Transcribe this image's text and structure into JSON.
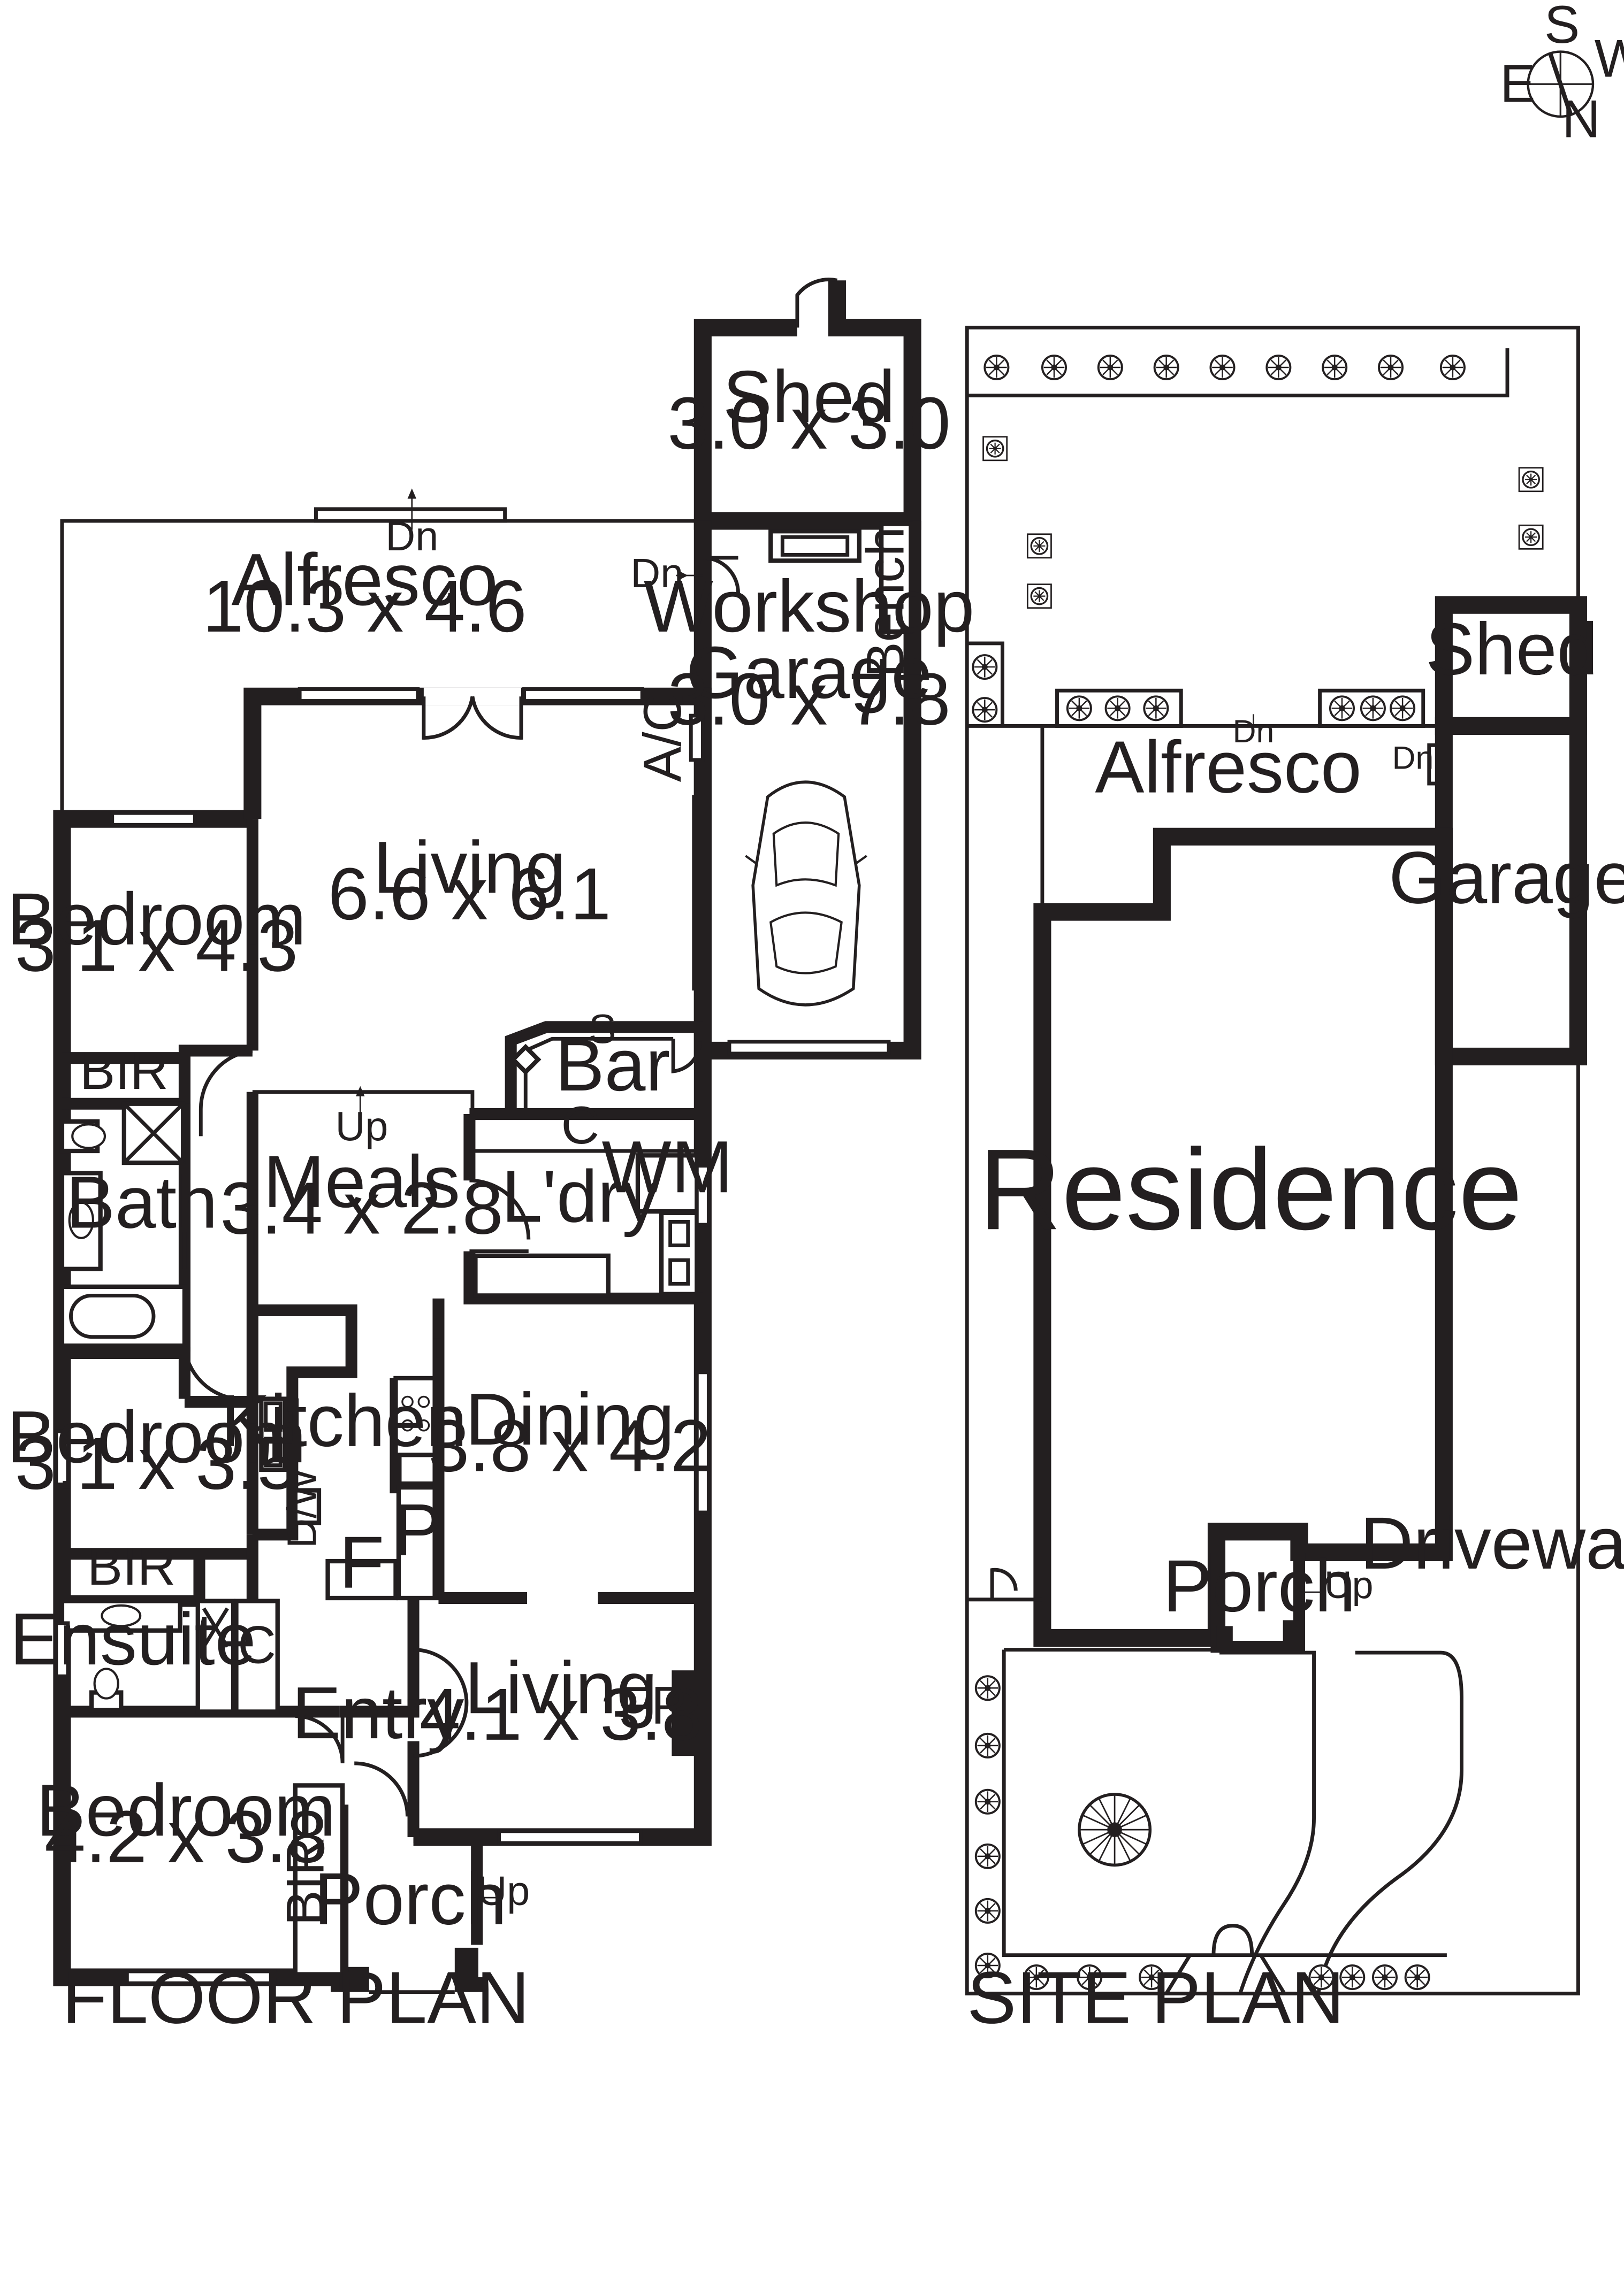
{
  "compass": {
    "s": "S",
    "w": "W",
    "e": "E",
    "n": "N"
  },
  "floor_plan": {
    "caption": "FLOOR PLAN",
    "shed": {
      "name": "Shed",
      "size": "3.0 x 3.0"
    },
    "alfresco": {
      "name": "Alfresco",
      "size": "10.3 x 4.6",
      "dn": "Dn"
    },
    "workshop": {
      "name": "Workshop",
      "bench": "Bench",
      "dn": "Dn"
    },
    "garage": {
      "name": "Garage",
      "size": "3.0 x 7.8",
      "ac": "A/C"
    },
    "living_rear": {
      "name": "Living",
      "size": "6.6 x 6.1"
    },
    "bedroom_1": {
      "name": "Bedroom",
      "size": "3.1 x 4.3",
      "bir": "BIR"
    },
    "bar": {
      "name": "Bar",
      "s": "S"
    },
    "meals": {
      "name": "Meals",
      "size": "3.4 x 2.8",
      "up": "Up"
    },
    "laundry": {
      "name": "L'dry",
      "c": "C",
      "wm": "WM"
    },
    "bath": {
      "name": "Bath"
    },
    "kitchen": {
      "name": "Kitchen",
      "dw": "D/W",
      "p": "P",
      "f": "F"
    },
    "dining": {
      "name": "Dining",
      "size": "3.8 x 4.2"
    },
    "bedroom_2": {
      "name": "Bedroom",
      "size": "3.1 x 3.5",
      "bir": "BIR"
    },
    "ensuite": {
      "name": "Ensuite",
      "c": "C"
    },
    "entry": {
      "name": "Entry"
    },
    "living_front": {
      "name": "Living",
      "size": "4.1 x 3.8",
      "fp": "FP"
    },
    "bedroom_3": {
      "name": "Bedroom",
      "size": "4.2 x 3.8",
      "bir": "BIR"
    },
    "porch": {
      "name": "Porch",
      "up": "Up"
    }
  },
  "site_plan": {
    "caption": "SITE PLAN",
    "shed": "Shed",
    "alfresco": "Alfresco",
    "garage": "Garage",
    "residence": "Residence",
    "driveway": "Driveway",
    "porch": "Porch",
    "up": "Up",
    "dn": "Dn"
  }
}
